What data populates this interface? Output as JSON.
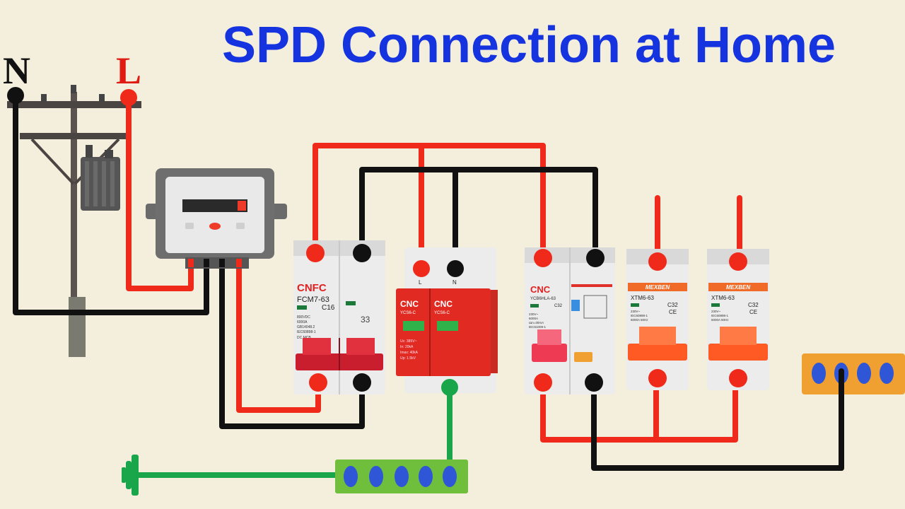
{
  "title": "SPD Connection at Home",
  "terminals": {
    "neutral": "N",
    "live": "L"
  },
  "colors": {
    "background": "#f4efdc",
    "title": "#1633e0",
    "live_wire": "#ef2a1b",
    "neutral_wire": "#111111",
    "earth_wire": "#19a64a",
    "spd_body": "#e12b22",
    "mcb_handle": "#ff5a24",
    "neutral_bar": "#f0a030",
    "earth_bar": "#6fbf3c"
  },
  "icons": [
    "utility-pole-icon",
    "transformer-icon",
    "energy-meter-icon",
    "earth-symbol-icon"
  ],
  "main_breaker": {
    "brand": "CNFC",
    "model": "FCM7-63",
    "rating": "C16",
    "spec_lines": [
      "800VDC",
      "6000A",
      "GB14048.2",
      "IEC60898-1"
    ],
    "type": "DC MCB",
    "pole_mark": "33"
  },
  "spd": {
    "brand": "CNC",
    "model": "YCS6-C",
    "terminal_l": "L",
    "terminal_n": "N",
    "spec_lines": [
      "Uc: 385V~",
      "In: 20kA",
      "Imax: 40kA",
      "Up: 1.5kV"
    ]
  },
  "rccb": {
    "brand": "CNC",
    "model": "YCB6HLA-63",
    "rating": "C32",
    "spec_lines": [
      "230V~",
      "6000A",
      "IΔn=30mA",
      "IEC61009-1"
    ]
  },
  "mcbs": [
    {
      "brand": "MEXBEN",
      "model": "XTM6-63",
      "rating": "C32",
      "spec_lines": [
        "230V~",
        "IEC60898-1",
        "6000A 50Hz"
      ]
    },
    {
      "brand": "MEXBEN",
      "model": "XTM6-63",
      "rating": "C32",
      "spec_lines": [
        "230V~",
        "IEC60898-1",
        "6000A 50Hz"
      ]
    }
  ]
}
